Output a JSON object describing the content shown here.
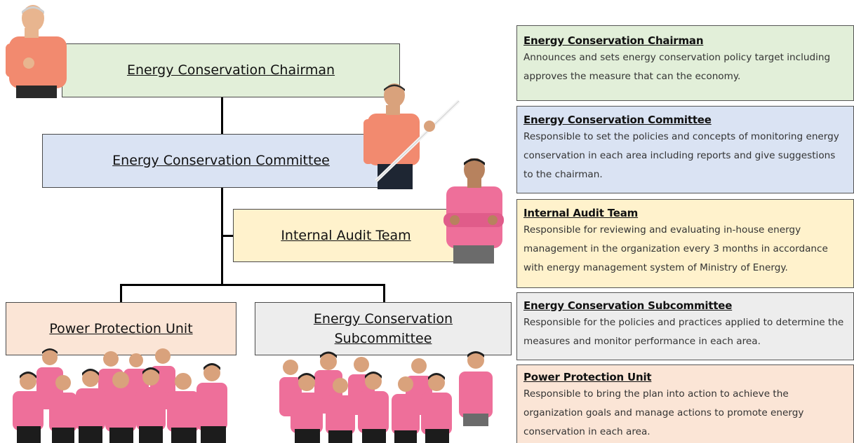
{
  "colors": {
    "chairman": "#e2efd9",
    "committee": "#dae3f3",
    "audit": "#fff2cc",
    "subcommittee": "#ededed",
    "power": "#fbe5d6",
    "shirt_salmon": "#f28a6f",
    "shirt_pink": "#ee6f9a"
  },
  "org_chart": {
    "chairman": "Energy Conservation Chairman",
    "committee": "Energy Conservation Committee",
    "audit": "Internal Audit Team",
    "power": "Power Protection Unit",
    "subcommittee_line1": "Energy Conservation",
    "subcommittee_line2": "Subcommittee"
  },
  "descriptions": [
    {
      "title": "Energy Conservation Chairman",
      "text": "Announces and sets energy conservation policy target including approves the measure that can the economy."
    },
    {
      "title": "Energy Conservation Committee",
      "text": "Responsible to set the policies and concepts of monitoring energy conservation in each area including reports and give suggestions to the chairman."
    },
    {
      "title": "Internal Audit Team",
      "text": "Responsible for reviewing and evaluating in-house energy management in the organization every 3 months in accordance with energy management system of Ministry of Energy."
    },
    {
      "title": "Energy Conservation Subcommittee",
      "text": "Responsible for the policies and practices applied to determine the measures and monitor performance in each area."
    },
    {
      "title": "Power Protection Unit",
      "text": "Responsible to bring the plan into action to achieve the organization goals and manage actions to promote energy conservation in each area."
    }
  ]
}
